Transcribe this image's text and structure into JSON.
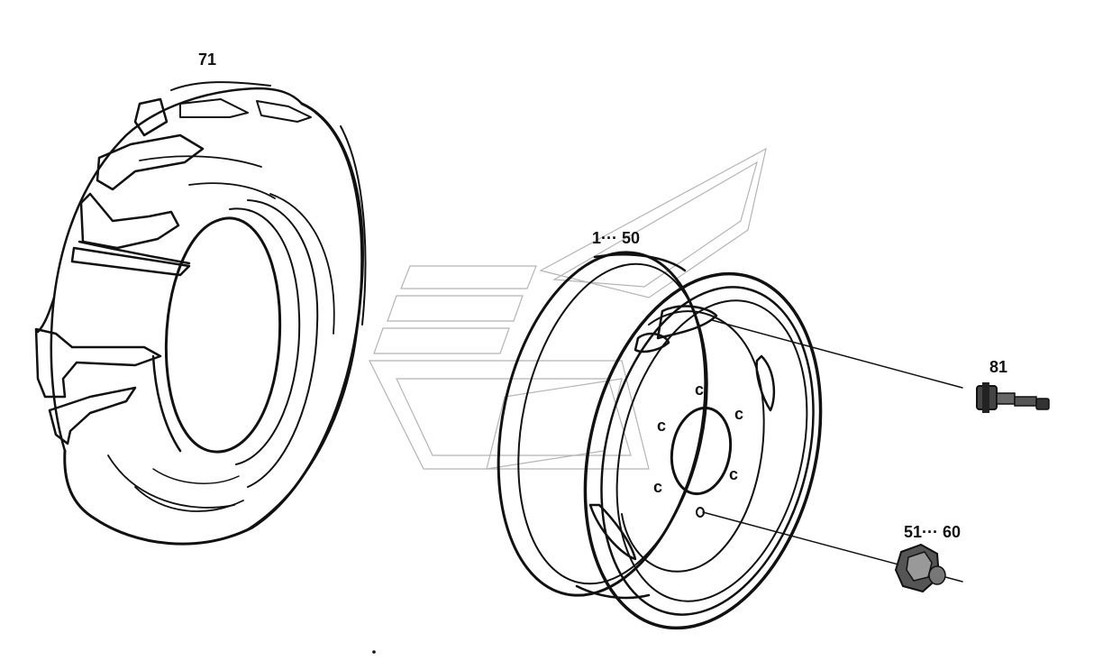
{
  "colors": {
    "ink": "#111111",
    "watermark": "#b5b5b5",
    "background": "#ffffff"
  },
  "callouts": {
    "tire": "71",
    "rim": "1··· 50",
    "valve": "81",
    "nut": "51··· 60"
  }
}
